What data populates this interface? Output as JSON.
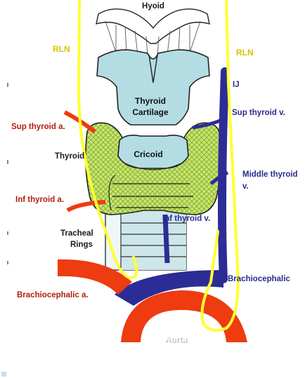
{
  "labels": {
    "hyoid": "Hyoid",
    "rln_left": "RLN",
    "rln_right": "RLN",
    "ij": "IJ",
    "thyroid_cartilage_line1": "Thyroid",
    "thyroid_cartilage_line2": "Cartilage",
    "sup_thyroid_v": "Sup thyroid v.",
    "sup_thyroid_a": "Sup thyroid a.",
    "thyroid": "Thyroid",
    "cricoid": "Cricoid",
    "middle_thyroid_line1": "Middle thyroid",
    "middle_thyroid_line2": "v.",
    "inf_thyroid_a": "Inf thyroid a.",
    "inf_thyroid_v": "Inf thyroid v.",
    "tracheal_line1": "Tracheal",
    "tracheal_line2": "Rings",
    "brachiocephalic_v": "Brachiocephalic",
    "brachiocephalic_a": "Brachiocephalic a.",
    "aorta": "Aorta"
  },
  "colors": {
    "artery": "#ee3b10",
    "vein": "#2c2c96",
    "nerve": "#ffff33",
    "cartilage": "#b3dde3",
    "thyroid_gland": "#c8e66c"
  }
}
